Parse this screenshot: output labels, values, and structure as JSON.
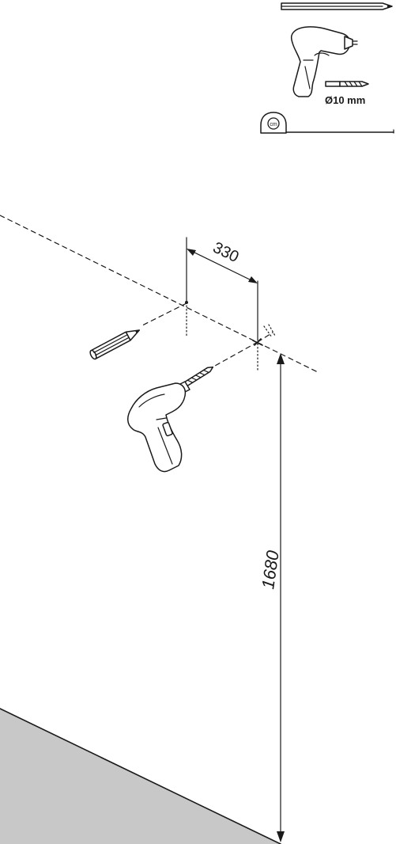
{
  "tools": {
    "drill_bit_label": "Ø10 mm",
    "tape_label": "cm"
  },
  "dimensions": {
    "spacing": "330",
    "height": "1680"
  },
  "colors": {
    "line": "#1a1a1a",
    "floor": "#c8c8c8"
  }
}
